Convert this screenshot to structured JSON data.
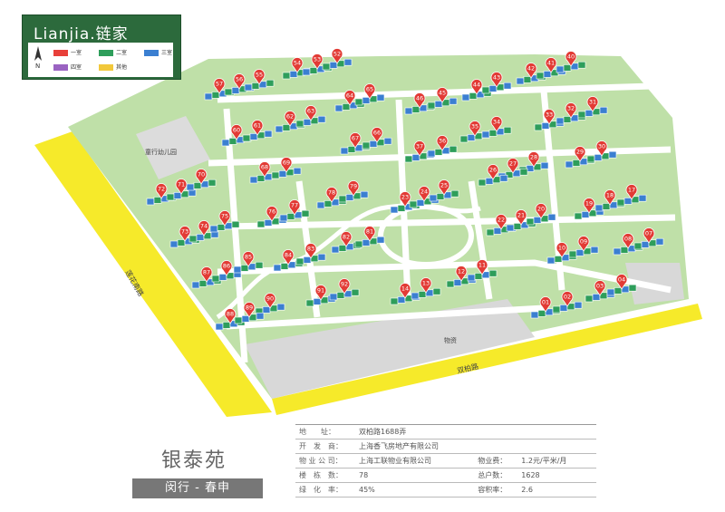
{
  "brand": {
    "logo_text": "Lianjia.链家"
  },
  "legend": {
    "north": "N",
    "items": [
      {
        "label": "一室",
        "color": "#e8403a"
      },
      {
        "label": "二室",
        "color": "#2e9e5b"
      },
      {
        "label": "三室",
        "color": "#3b7fd1"
      },
      {
        "label": "四室",
        "color": "#9a63c2"
      },
      {
        "label": "其他",
        "color": "#f2c83b"
      }
    ]
  },
  "roads": {
    "left": "莲花南路",
    "bottom": "双柏路",
    "inner": "物资"
  },
  "landmarks": {
    "kindergarten": "童行幼儿园"
  },
  "community": {
    "name": "银泰苑",
    "district": "闵行 - 春申"
  },
  "info": {
    "address_label": "地　　址：",
    "address": "双柏路1688弄",
    "developer_label": "开　发　商：",
    "developer": "上海香飞房地产有限公司",
    "property_label": "物 业 公 司：",
    "property": "上海工联物业有限公司",
    "property_fee_label": "物业费：",
    "property_fee": "1.2元/平米/月",
    "buildings_label": "楼　栋　数：",
    "buildings": "78",
    "households_label": "总户数：",
    "households": "1628",
    "greening_label": "绿　化　率：",
    "greening": "45%",
    "far_label": "容积率：",
    "far": "2.6"
  },
  "buildings": [
    {
      "id": "57"
    },
    {
      "id": "56"
    },
    {
      "id": "55"
    },
    {
      "id": "54"
    },
    {
      "id": "53"
    },
    {
      "id": "52"
    },
    {
      "id": "64"
    },
    {
      "id": "65"
    },
    {
      "id": "60"
    },
    {
      "id": "61"
    },
    {
      "id": "62"
    },
    {
      "id": "63"
    },
    {
      "id": "67"
    },
    {
      "id": "66"
    },
    {
      "id": "46"
    },
    {
      "id": "45"
    },
    {
      "id": "44"
    },
    {
      "id": "43"
    },
    {
      "id": "42"
    },
    {
      "id": "41"
    },
    {
      "id": "40"
    },
    {
      "id": "37"
    },
    {
      "id": "36"
    },
    {
      "id": "35"
    },
    {
      "id": "34"
    },
    {
      "id": "33"
    },
    {
      "id": "32"
    },
    {
      "id": "31"
    },
    {
      "id": "29"
    },
    {
      "id": "30"
    },
    {
      "id": "68"
    },
    {
      "id": "69"
    },
    {
      "id": "72"
    },
    {
      "id": "71"
    },
    {
      "id": "70"
    },
    {
      "id": "28"
    },
    {
      "id": "27"
    },
    {
      "id": "26"
    },
    {
      "id": "78"
    },
    {
      "id": "79"
    },
    {
      "id": "23"
    },
    {
      "id": "24"
    },
    {
      "id": "25"
    },
    {
      "id": "76"
    },
    {
      "id": "77"
    },
    {
      "id": "19"
    },
    {
      "id": "18"
    },
    {
      "id": "17"
    },
    {
      "id": "73"
    },
    {
      "id": "74"
    },
    {
      "id": "75"
    },
    {
      "id": "22"
    },
    {
      "id": "21"
    },
    {
      "id": "20"
    },
    {
      "id": "82"
    },
    {
      "id": "81"
    },
    {
      "id": "84"
    },
    {
      "id": "83"
    },
    {
      "id": "10"
    },
    {
      "id": "09"
    },
    {
      "id": "08"
    },
    {
      "id": "07"
    },
    {
      "id": "87"
    },
    {
      "id": "86"
    },
    {
      "id": "85"
    },
    {
      "id": "12"
    },
    {
      "id": "11"
    },
    {
      "id": "91"
    },
    {
      "id": "92"
    },
    {
      "id": "14"
    },
    {
      "id": "13"
    },
    {
      "id": "03"
    },
    {
      "id": "04"
    },
    {
      "id": "90"
    },
    {
      "id": "01"
    },
    {
      "id": "02"
    },
    {
      "id": "88"
    },
    {
      "id": "89"
    }
  ]
}
